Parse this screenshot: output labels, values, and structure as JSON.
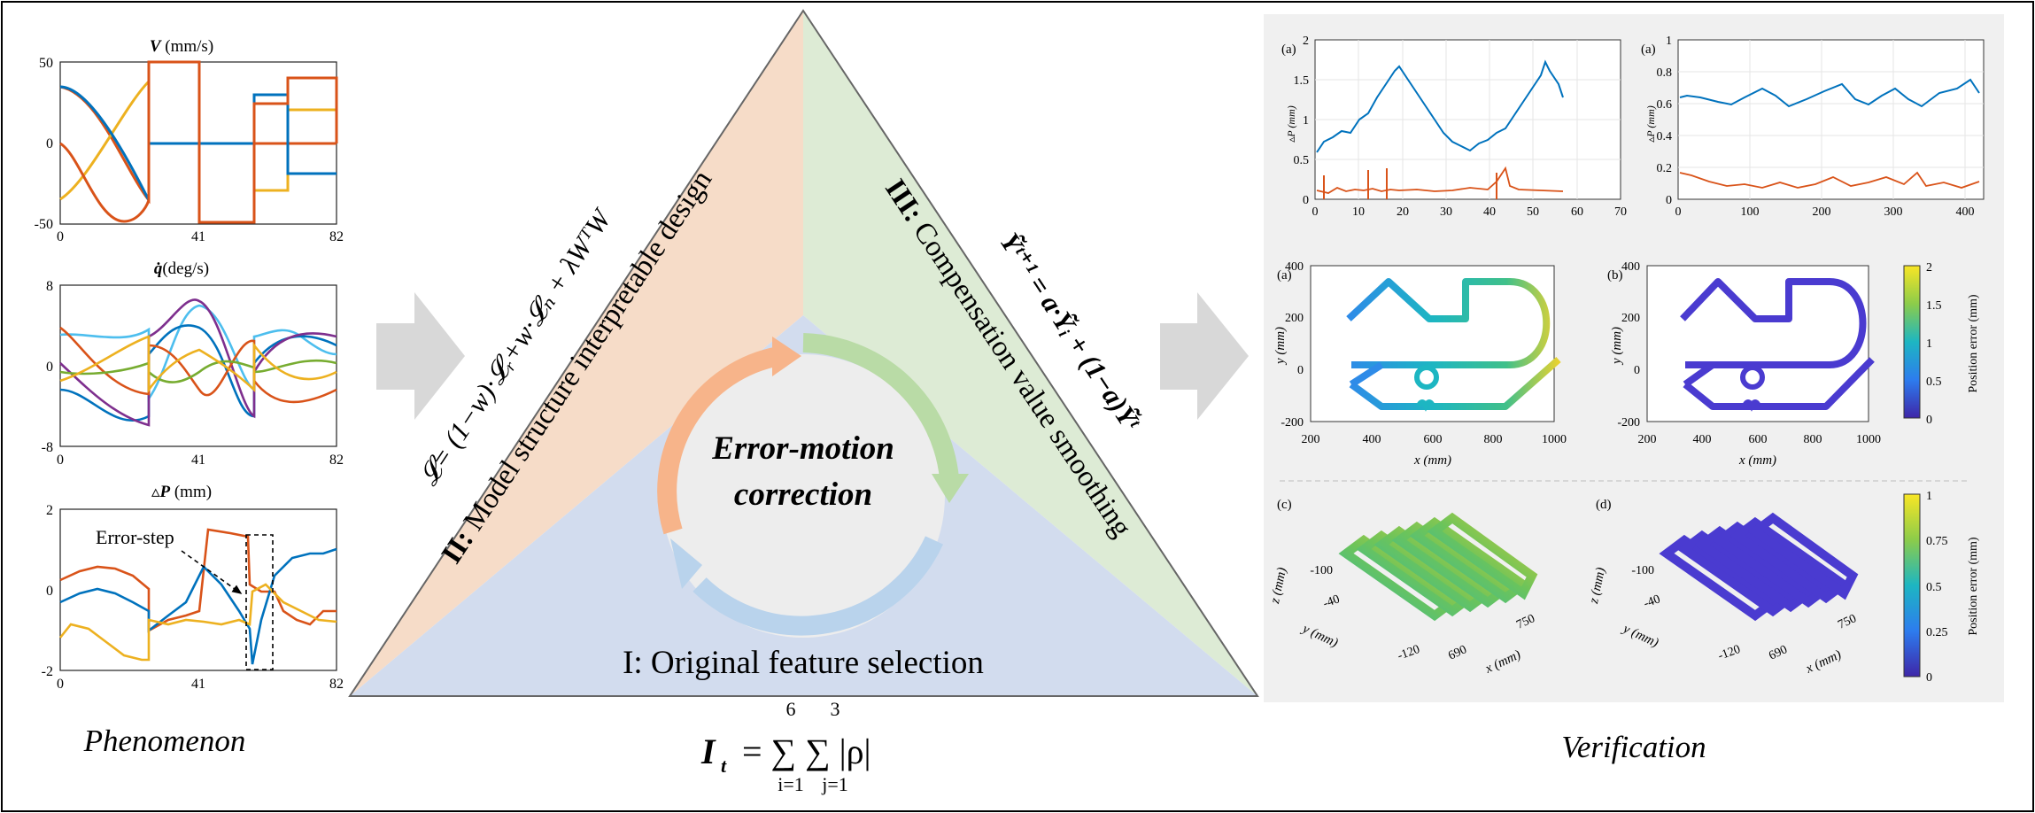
{
  "colors": {
    "blue": "#0072BD",
    "orange": "#D95319",
    "yellow": "#EDB120",
    "purple": "#7E2F8E",
    "green": "#77AC30",
    "cyan": "#4DBEEE",
    "tri_left": "#F6DCC8",
    "tri_right": "#DDEBD5",
    "tri_bottom": "#D2DCEE",
    "panel_bg": "#F0F0F0",
    "arrow_gray": "#D8D8D8"
  },
  "left": {
    "caption": "Phenomenon",
    "plot_v": {
      "title_sym": "V",
      "title_unit": " (mm/s)",
      "yticks": [
        "50",
        "0",
        "-50"
      ],
      "xticks": [
        "0",
        "41",
        "82"
      ]
    },
    "plot_q": {
      "title_sym": "q̇",
      "title_unit": "(deg/s)",
      "yticks": [
        "8",
        "0",
        "-8"
      ],
      "xticks": [
        "0",
        "41",
        "82"
      ]
    },
    "plot_p": {
      "title_sym": "▵P",
      "title_unit": " (mm)",
      "yticks": [
        "2",
        "0",
        "-2"
      ],
      "xticks": [
        "0",
        "41",
        "82"
      ],
      "annotation": "Error-step"
    }
  },
  "center": {
    "core_line1": "Error-motion",
    "core_line2": "correction",
    "left_side_bold": "II:",
    "left_side_text": " Model structure interpretable design",
    "left_formula": "𝓛= (1−w)·𝓛ᵣ+w·𝓛ₙ + λWᵀW",
    "right_side_bold": "III:",
    "right_side_text": " Compensation value smoothing",
    "right_formula": "Ỹᵗ⁺¹ = a·Ỹᵢ + (1−a)Ỹᵗ",
    "bottom_side_text": "I: Original feature selection",
    "bottom_formula_lhs": "I",
    "bottom_formula_sub": "t",
    "bottom_formula_rhs": "= ∑ ∑ |ρ|",
    "sum1_top": "6",
    "sum1_bot": "i=1",
    "sum2_top": "3",
    "sum2_bot": "j=1"
  },
  "right": {
    "caption": "Verification",
    "top_a1": {
      "label": "(a)",
      "ylabel": "▵P (mm)",
      "yticks": [
        "2",
        "1.5",
        "1",
        "0.5",
        "0"
      ],
      "xticks": [
        "0",
        "10",
        "20",
        "30",
        "40",
        "50",
        "60",
        "70"
      ]
    },
    "top_a2": {
      "label": "(a)",
      "ylabel": "▵P (mm)",
      "yticks": [
        "1",
        "0.8",
        "0.6",
        "0.4",
        "0.2",
        "0"
      ],
      "xticks": [
        "0",
        "100",
        "200",
        "300",
        "400"
      ]
    },
    "mid_a": {
      "label": "(a)",
      "ylabel": "y (mm)",
      "xlabel": "x (mm)",
      "yticks": [
        "400",
        "200",
        "0",
        "-200"
      ],
      "xticks": [
        "200",
        "400",
        "600",
        "800",
        "1000"
      ]
    },
    "mid_b": {
      "label": "(b)",
      "ylabel": "y (mm)",
      "xlabel": "x (mm)",
      "yticks": [
        "400",
        "200",
        "0",
        "-200"
      ],
      "xticks": [
        "200",
        "400",
        "600",
        "800",
        "1000"
      ]
    },
    "cbar1": {
      "label": "Position error (mm)",
      "ticks": [
        "2",
        "1.5",
        "1",
        "0.5",
        "0"
      ]
    },
    "bot_c": {
      "label": "(c)",
      "zlabel": "z (mm)",
      "ylabel": "y (mm)",
      "xlabel": "x (mm)",
      "zticks": [
        "-100"
      ],
      "yticks": [
        "-40",
        "-120"
      ],
      "xticks": [
        "690",
        "750"
      ]
    },
    "bot_d": {
      "label": "(d)",
      "zlabel": "z (mm)",
      "ylabel": "y (mm)",
      "xlabel": "x (mm)",
      "zticks": [
        "-100"
      ],
      "yticks": [
        "-40",
        "-120"
      ],
      "xticks": [
        "690",
        "750"
      ]
    },
    "cbar2": {
      "label": "Position error (mm)",
      "ticks": [
        "1",
        "0.75",
        "0.5",
        "0.25",
        "0"
      ]
    }
  }
}
